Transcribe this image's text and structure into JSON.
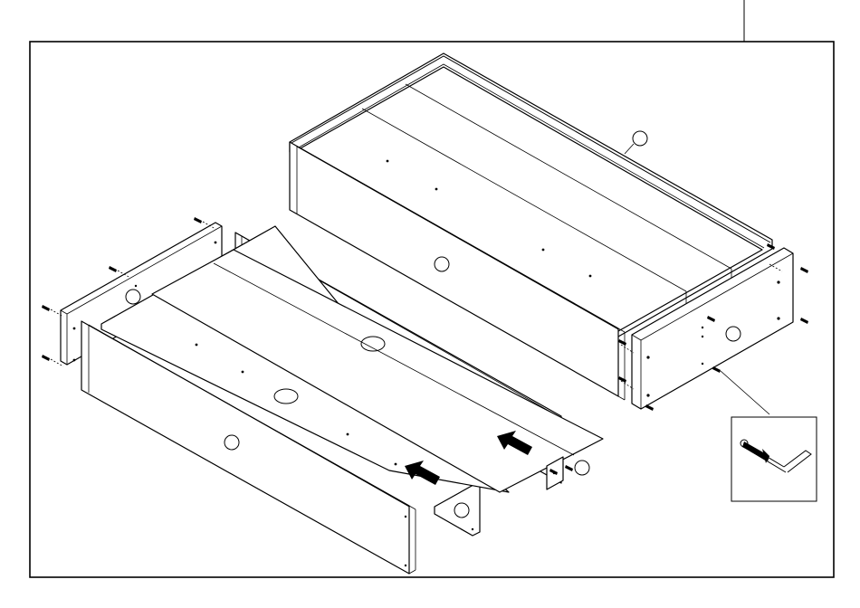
{
  "figure": {
    "description_free": true,
    "callouts": [
      {
        "id": "top-cabinet-rear"
      },
      {
        "id": "top-cabinet-back"
      },
      {
        "id": "top-cabinet-side"
      },
      {
        "id": "drawer-left-side"
      },
      {
        "id": "drawer-front"
      },
      {
        "id": "drawer-right-side"
      },
      {
        "id": "drawer-bottom-rail"
      }
    ],
    "colors": {
      "line": "#000000",
      "background": "#ffffff"
    },
    "icons": [
      "screw-icon",
      "insert-arrow-icon",
      "hex-key-icon"
    ]
  }
}
